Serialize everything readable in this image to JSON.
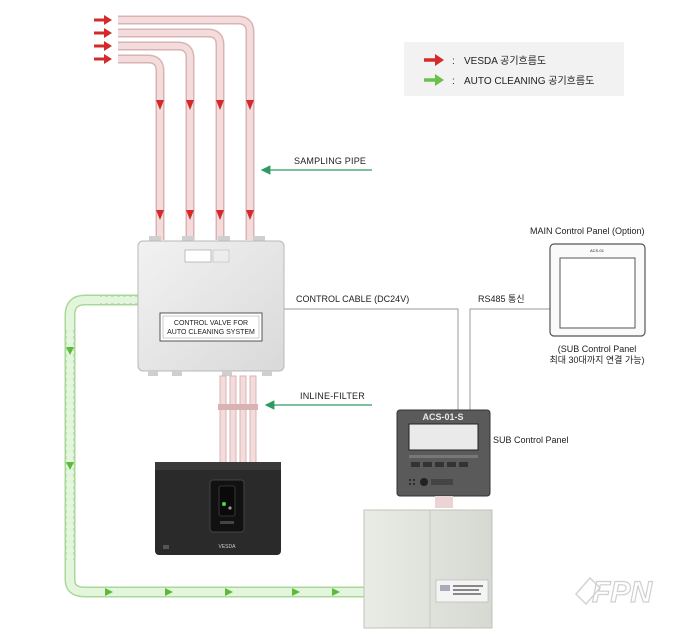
{
  "legend": {
    "vesda_label": "VESDA 공기흐름도",
    "cleaning_label": "AUTO CLEANING 공기흐름도",
    "separator": ":",
    "vesda_color": "#d42a2a",
    "cleaning_color": "#6cc04a"
  },
  "labels": {
    "sampling_pipe": "SAMPLING PIPE",
    "inline_filter": "INLINE-FILTER",
    "control_cable": "CONTROL CABLE (DC24V)",
    "rs485": "RS485 통신",
    "main_panel": "MAIN Control Panel (Option)",
    "sub_panel": "SUB Control Panel",
    "sub_note_line1": "(SUB Control Panel",
    "sub_note_line2": "최대 30대까지 연결 가능)"
  },
  "devices": {
    "valve_box_line1": "CONTROL VALVE FOR",
    "valve_box_line2": "AUTO CLEANING SYSTEM",
    "sub_panel_model": "ACS-01-S",
    "detector_brand": "VESDA"
  },
  "watermark": "FPN",
  "colors": {
    "pipe_fill": "#f5dcdc",
    "pipe_stroke": "#d9b3b3",
    "green_pipe_fill": "#e3f5dc",
    "green_pipe_stroke": "#a8d89a",
    "arrow_green_line": "#2e9a62"
  }
}
